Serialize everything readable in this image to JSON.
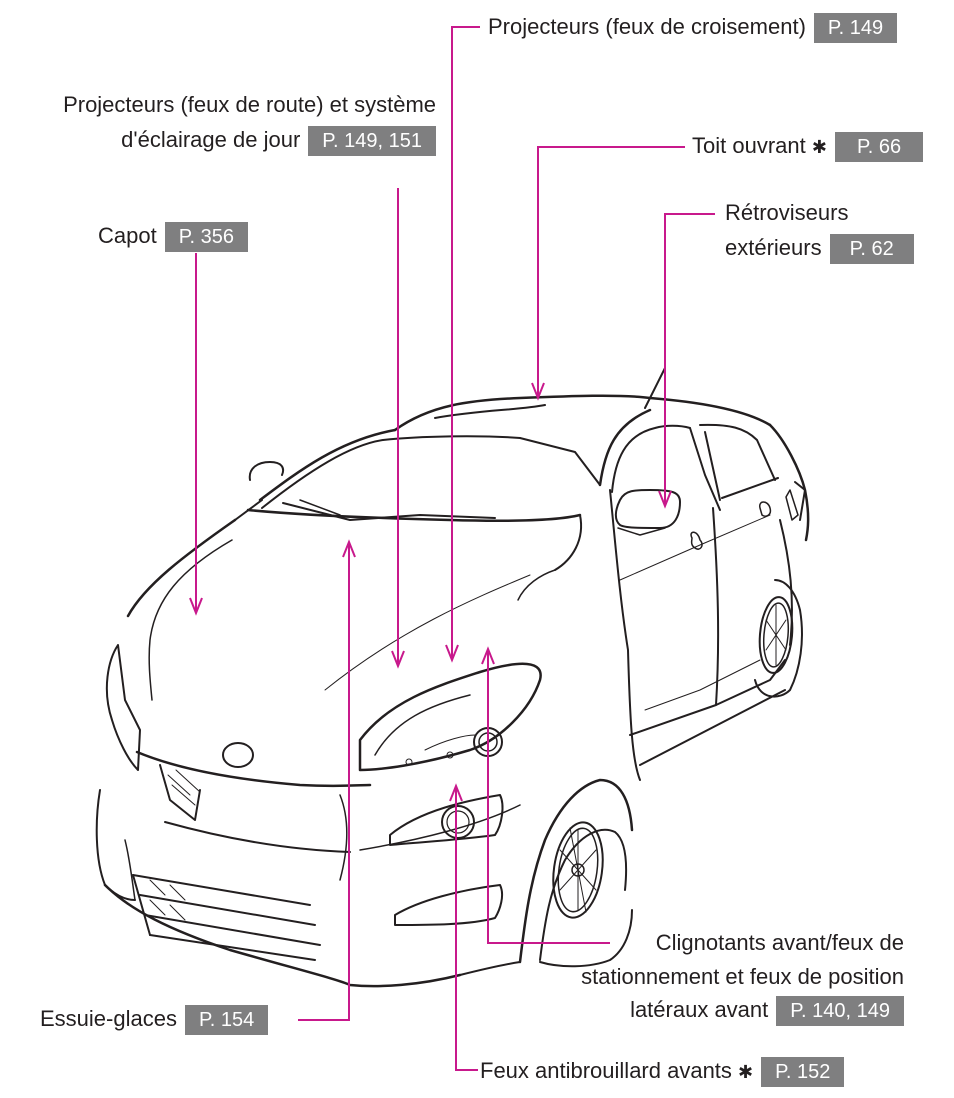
{
  "diagram": {
    "subject": "Front exterior view of a hatchback car with labeled parts",
    "colors": {
      "leader_line": "#c8198c",
      "badge_bg": "#7f7f80",
      "badge_text": "#ffffff",
      "text": "#231f20",
      "outline": "#231f20"
    },
    "callouts": {
      "low_beam": {
        "label": "Projecteurs (feux de croisement)",
        "page": "P. 149"
      },
      "high_beam": {
        "label_line1": "Projecteurs (feux de route) et système",
        "label_line2": "d'éclairage de jour",
        "page": "P. 149, 151"
      },
      "sunroof": {
        "label": "Toit ouvrant",
        "asterisk": "✱",
        "page": "P. 66"
      },
      "mirrors": {
        "label_line1": "Rétroviseurs",
        "label_line2": "extérieurs",
        "page": "P. 62"
      },
      "hood": {
        "label": "Capot",
        "page": "P. 356"
      },
      "wipers": {
        "label": "Essuie-glaces",
        "page": "P. 154"
      },
      "turn_signals": {
        "label_line1": "Clignotants avant/feux de",
        "label_line2": "stationnement et feux de position",
        "label_line3": "latéraux avant",
        "page": "P. 140, 149"
      },
      "fog_lights": {
        "label": "Feux antibrouillard avants",
        "asterisk": "✱",
        "page": "P. 152"
      }
    }
  }
}
